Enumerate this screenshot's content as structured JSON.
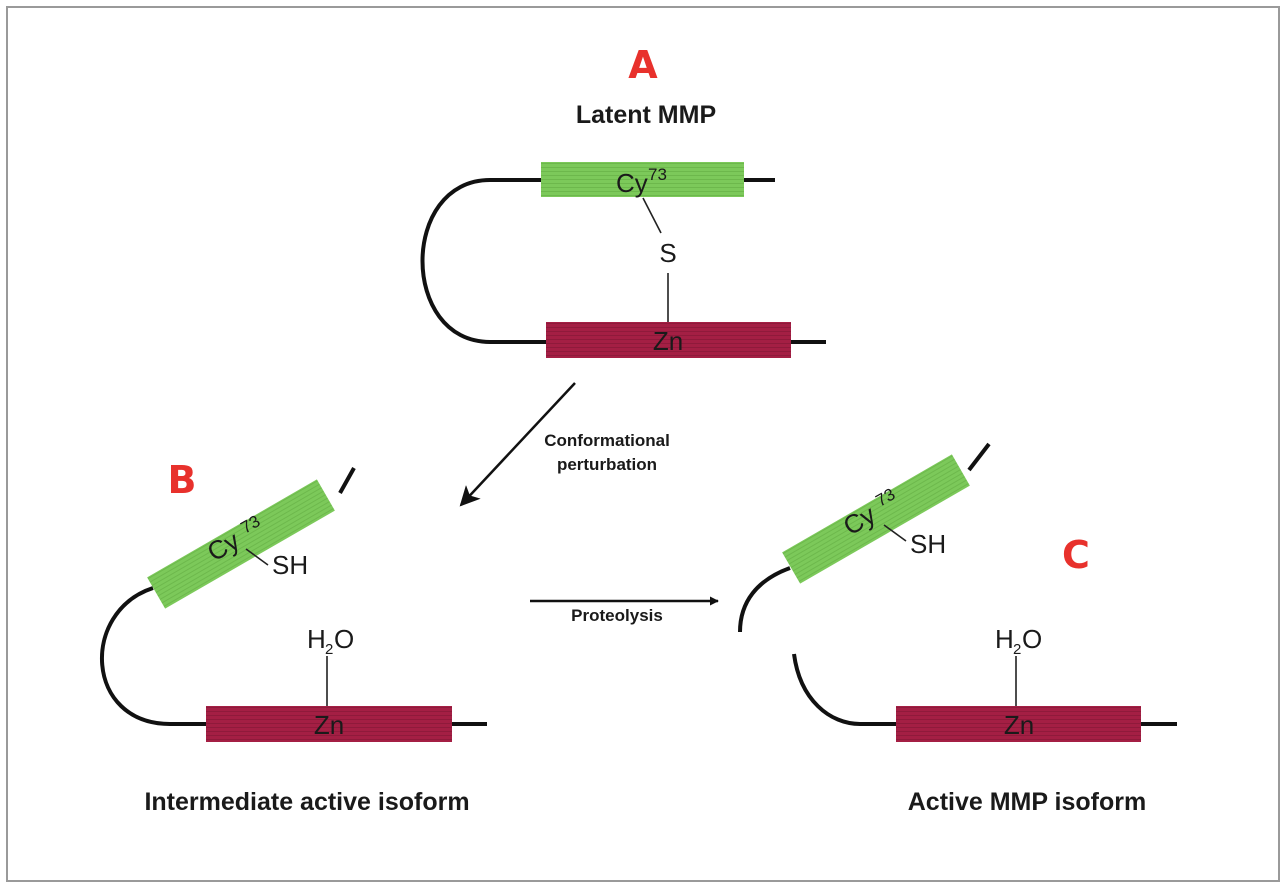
{
  "colors": {
    "panel_letter": "#e8312c",
    "green_domain": "#7cc95a",
    "red_domain": "#a41f44",
    "frame": "#9a9a9a"
  },
  "panel_a": {
    "letter": "A",
    "title": "Latent MMP",
    "cys_label": "Cy",
    "cys_superscript": "73",
    "sulfur_label": "S",
    "zinc_label": "Zn"
  },
  "panel_b": {
    "letter": "B",
    "cys_label": "Cy",
    "cys_superscript": "73",
    "thiol_label": "SH",
    "water_h": "H",
    "water_sub": "2",
    "water_o": "O",
    "zinc_label": "Zn",
    "caption": "Intermediate active isoform"
  },
  "panel_c": {
    "letter": "C",
    "cys_label": "Cy",
    "cys_superscript": "73",
    "thiol_label": "SH",
    "water_h": "H",
    "water_sub": "2",
    "water_o": "O",
    "zinc_label": "Zn",
    "caption": "Active MMP isoform"
  },
  "arrows": {
    "conformational_line1": "Conformational",
    "conformational_line2": "perturbation",
    "proteolysis": "Proteolysis"
  }
}
